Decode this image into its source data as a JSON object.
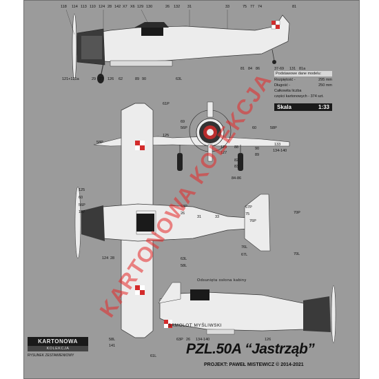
{
  "labels": {
    "side_top": [
      "118",
      "114",
      "113",
      "110",
      "124",
      "28",
      "142",
      "X7",
      "X6",
      "129",
      "130",
      "26",
      "132",
      "31",
      "33",
      "75",
      "77",
      "74",
      "81"
    ],
    "side_bottom": [
      "121+121a",
      "29",
      "27",
      "126",
      "62",
      "89",
      "90",
      "63L",
      "81",
      "84",
      "86",
      "37-69",
      "131",
      "81a"
    ],
    "front": [
      "61P",
      "69",
      "56P",
      "58P",
      "60",
      "125",
      "128",
      "127",
      "88",
      "82",
      "83",
      "84-86",
      "133",
      "90",
      "89",
      "134-140"
    ],
    "top_view": [
      "58P",
      "125",
      "60",
      "56P",
      "107",
      "63P",
      "26",
      "31",
      "33",
      "124",
      "28",
      "63L",
      "58L",
      "67P",
      "75",
      "76P",
      "76L",
      "67L",
      "70P",
      "70L"
    ],
    "lower_side": [
      "58L",
      "141",
      "61L",
      "63P",
      "26",
      "134-140",
      "126"
    ]
  },
  "info": {
    "header": "Podstawowe dane modelu:",
    "rows": [
      {
        "k": "Rozpiętość -",
        "v": "295 mm"
      },
      {
        "k": "Długość -",
        "v": "250 mm"
      },
      {
        "k": "Całkowita liczba",
        "v": ""
      },
      {
        "k": "części kartonowych - 374 szt.",
        "v": ""
      }
    ]
  },
  "scale": {
    "label": "Skala",
    "value": "1:33"
  },
  "caption_view": "SAMOLOT MYŚLIWSKI",
  "caption_canopy": "Odsunięta osłona kabiny",
  "title": "PZL.50A “Jastrząb”",
  "credit": "PROJEKT:  PAWEŁ MISTEWICZ © 2014-2021",
  "logo": {
    "line1": "KARTONOWA",
    "line2": "KOLEKCJA",
    "caption": "RYSUNEK ZESTAWIENIOWY"
  },
  "watermark": "KARTONOWA KOLEKCJA",
  "colors": {
    "sheet": "#9b9b9b",
    "aircraft": "#ececec",
    "roundel_red": "#d32b2b",
    "watermark": "#e62828"
  }
}
